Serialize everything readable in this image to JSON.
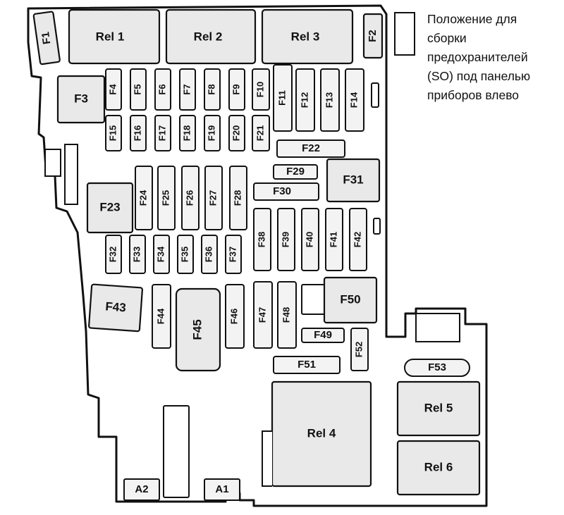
{
  "caption": {
    "lines": [
      "Положение для",
      "сборки",
      "предохранителей",
      "(SO) под панелью",
      "приборов влево"
    ]
  },
  "relays": {
    "rel1": "Rel 1",
    "rel2": "Rel 2",
    "rel3": "Rel 3",
    "rel4": "Rel 4",
    "rel5": "Rel 5",
    "rel6": "Rel 6"
  },
  "fuses": {
    "F1": "F1",
    "F2": "F2",
    "F3": "F3",
    "F4": "F4",
    "F5": "F5",
    "F6": "F6",
    "F7": "F7",
    "F8": "F8",
    "F9": "F9",
    "F10": "F10",
    "F11": "F11",
    "F12": "F12",
    "F13": "F13",
    "F14": "F14",
    "F15": "F15",
    "F16": "F16",
    "F17": "F17",
    "F18": "F18",
    "F19": "F19",
    "F20": "F20",
    "F21": "F21",
    "F22": "F22",
    "F23": "F23",
    "F24": "F24",
    "F25": "F25",
    "F26": "F26",
    "F27": "F27",
    "F28": "F28",
    "F29": "F29",
    "F30": "F30",
    "F31": "F31",
    "F32": "F32",
    "F33": "F33",
    "F34": "F34",
    "F35": "F35",
    "F36": "F36",
    "F37": "F37",
    "F38": "F38",
    "F39": "F39",
    "F40": "F40",
    "F41": "F41",
    "F42": "F42",
    "F43": "F43",
    "F44": "F44",
    "F45": "F45",
    "F46": "F46",
    "F47": "F47",
    "F48": "F48",
    "F49": "F49",
    "F50": "F50",
    "F51": "F51",
    "F52": "F52",
    "F53": "F53"
  },
  "connectors": {
    "A1": "A1",
    "A2": "A2"
  }
}
